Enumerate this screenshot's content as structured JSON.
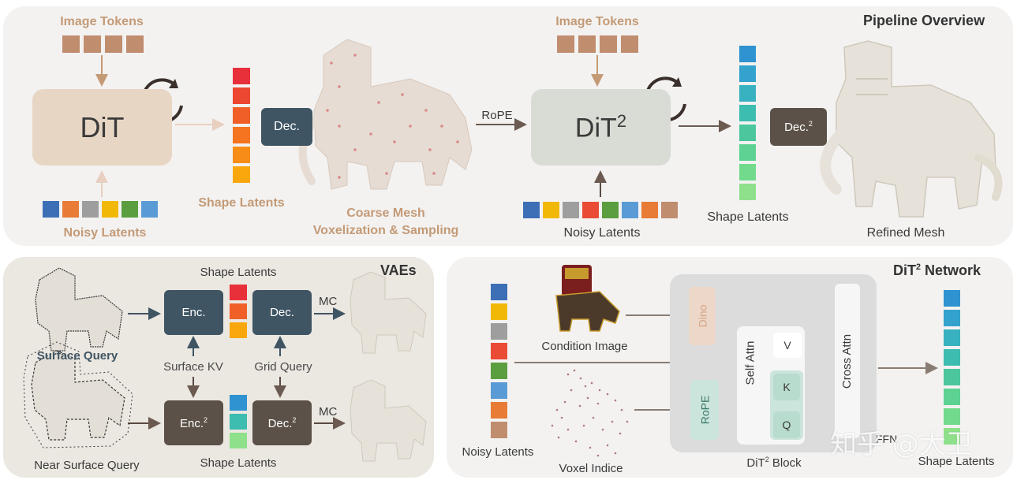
{
  "top": {
    "title": "Pipeline Overview",
    "image_tokens_left": "Image Tokens",
    "image_tokens_right": "Image Tokens",
    "dit_label": "DiT",
    "dit2_label": "DiT",
    "dit2_sup": "2",
    "noisy_latents_left": "Noisy Latents",
    "noisy_latents_right": "Noisy Latents",
    "shape_latents_left": "Shape Latents",
    "shape_latents_right": "Shape Latents",
    "dec_left": "Dec.",
    "dec_right": "Dec.",
    "dec_right_sup": "2",
    "coarse_line1": "Coarse Mesh",
    "coarse_line2": "Voxelization & Sampling",
    "rope": "RoPE",
    "refined": "Refined Mesh"
  },
  "vaes": {
    "title": "VAEs",
    "shape_latents_top": "Shape Latents",
    "shape_latents_bottom": "Shape Latents",
    "enc": "Enc.",
    "dec": "Dec.",
    "enc2": "Enc.",
    "dec2": "Dec.",
    "sup": "2",
    "mc_top": "MC",
    "mc_bottom": "MC",
    "surface_query": "Surface Query",
    "near_surface_query": "Near Surface Query",
    "surface_kv": "Surface KV",
    "grid_query": "Grid Query"
  },
  "network": {
    "title": "DiT",
    "title_sup": "2",
    "title_rest": " Network",
    "noisy_latents": "Noisy Latents",
    "condition_image": "Condition Image",
    "voxel_indice": "Voxel Indice",
    "dino": "Dino",
    "rope": "RoPE",
    "self_attn": "Self Attn",
    "cross_attn": "Cross Attn",
    "v": "V",
    "k": "K",
    "q": "Q",
    "block": "DiT",
    "block_sup": "2",
    "block_rest": " Block",
    "ffn": "FFN",
    "shape_latents": "Shape Latents",
    "watermark": "知乎 @大卫"
  },
  "colors": {
    "tan": "#c49a76",
    "token": "#c08d6f",
    "dark_box": "#3f5563",
    "dec2_box": "#5b5148",
    "dit_box": "#e8d6c4",
    "dit2_box": "#d9dbd5"
  }
}
